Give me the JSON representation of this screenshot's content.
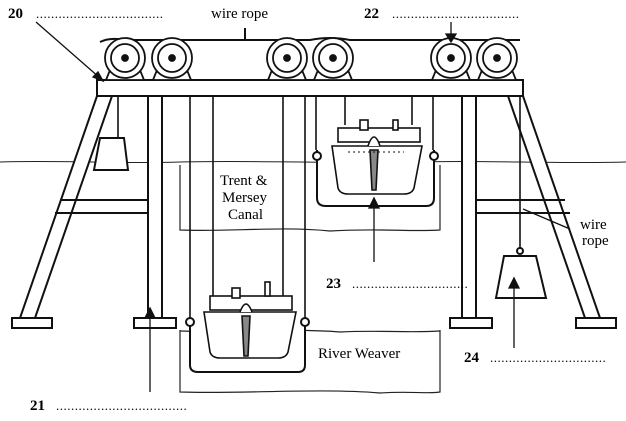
{
  "labels": {
    "top_wire_rope": "wire rope",
    "right_wire_rope_line1": "wire",
    "right_wire_rope_line2": "rope",
    "canal_line1": "Trent &",
    "canal_line2": "Mersey",
    "canal_line3": "Canal",
    "river": "River Weaver"
  },
  "blanks": {
    "n20": "20",
    "n21": "21",
    "n22": "22",
    "n23": "23",
    "n24": "24",
    "dots_long": "..................................",
    "dots_mid": "...................................",
    "dots_short": "..............................."
  }
}
